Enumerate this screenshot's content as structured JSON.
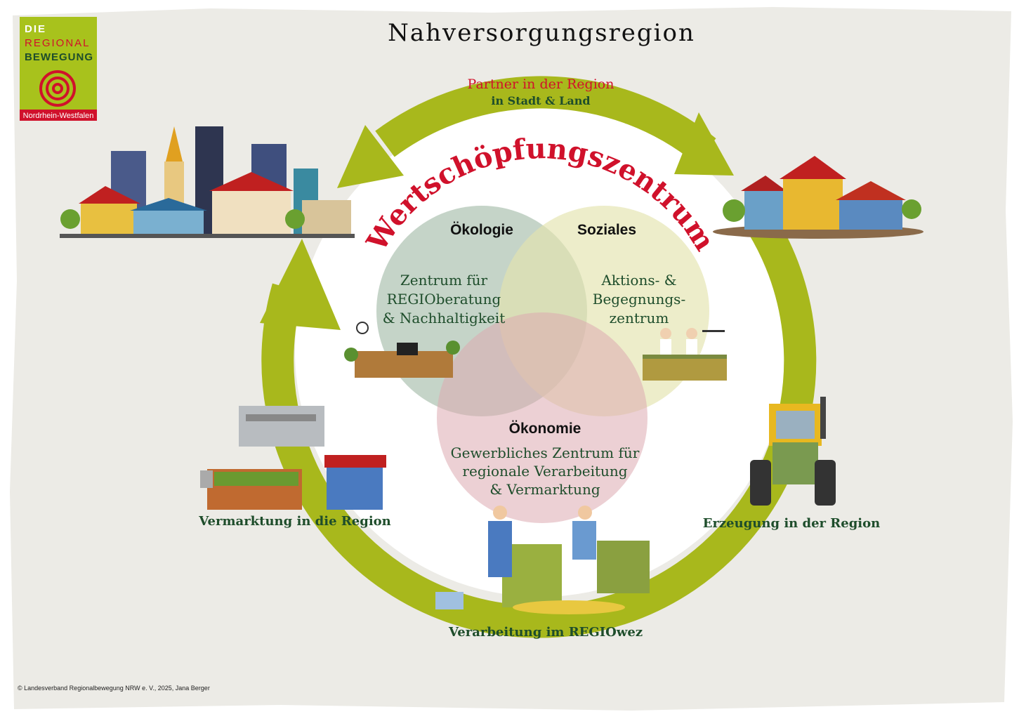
{
  "title": "Nahversorgungsregion",
  "logo": {
    "line1": "DIE",
    "line2": "REGIONAL",
    "line3": "BEWEGUNG",
    "region": "Nordrhein-Westfalen"
  },
  "top_label": {
    "main": "Partner in der Region",
    "sub": "in Stadt & Land"
  },
  "arc_title": "Wertschöpfungszentrum",
  "venn": {
    "ecology": {
      "heading": "Ökologie",
      "lines": [
        "Zentrum für",
        "REGIOberatung",
        "& Nachhaltigkeit"
      ]
    },
    "social": {
      "heading": "Soziales",
      "lines": [
        "Aktions- &",
        "Begegnungs-",
        "zentrum"
      ]
    },
    "economy": {
      "heading": "Ökonomie",
      "lines": [
        "Gewerbliches Zentrum für",
        "regionale Verarbeitung",
        "& Vermarktung"
      ]
    }
  },
  "cycle_labels": {
    "marketing": "Vermarktung in die Region",
    "production": "Erzeugung in der Region",
    "processing": "Verarbeitung im REGIOwez"
  },
  "copyright": "© Landesverband Regionalbewegung NRW e. V., 2025, Jana Berger",
  "colors": {
    "ring": "#a8b81c",
    "red": "#d0112b",
    "green_text": "#1e4d2b",
    "background": "#ecEAE5",
    "ecology": "#a9bfae",
    "social": "#e6e6b8",
    "economy": "#e2bcc1"
  }
}
